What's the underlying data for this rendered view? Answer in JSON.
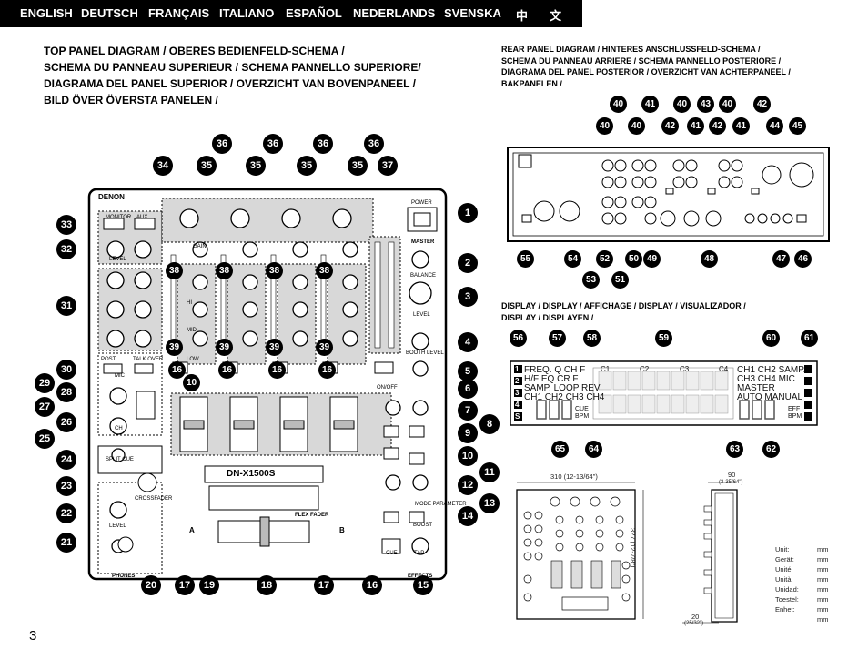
{
  "languages": [
    "ENGLISH",
    "DEUTSCH",
    "FRANÇAIS",
    "ITALIANO",
    "ESPAÑOL",
    "NEDERLANDS",
    "SVENSKA",
    "中",
    "文"
  ],
  "top_heading": [
    "TOP PANEL DIAGRAM / OBERES BEDIENFELD-SCHEMA /",
    "SCHEMA DU PANNEAU SUPERIEUR / SCHEMA PANNELLO SUPERIORE/",
    "DIAGRAMA DEL PANEL SUPERIOR / OVERZICHT VAN BOVENPANEEL /",
    "BILD ÖVER ÖVERSTA PANELEN /"
  ],
  "rear_heading": [
    "REAR PANEL DIAGRAM / HINTERES ANSCHLUSSFELD-SCHEMA /",
    "SCHEMA DU PANNEAU ARRIERE / SCHEMA PANNELLO POSTERIORE /",
    "DIAGRAMA DEL PANEL POSTERIOR / OVERZICHT VAN ACHTERPANEEL /",
    "BAKPANELEN /"
  ],
  "display_heading": [
    "DISPLAY / DISPLAY / AFFICHAGE / DISPLAY / VISUALIZADOR /",
    "DISPLAY / DISPLAYEN /"
  ],
  "page_number": "3",
  "mixer": {
    "brand": "DENON",
    "model": "DN-X1500S",
    "sections": {
      "master": "MASTER",
      "phones": "PHONES",
      "effects": "EFFECTS"
    },
    "labels": {
      "flex_fader": "FLEX FADER",
      "side_a": "A",
      "side_b": "B",
      "power": "POWER",
      "balance": "BALANCE",
      "level": "LEVEL",
      "booth_level": "BOOTH LEVEL",
      "gain": "GAIN",
      "hi": "HI",
      "mid": "MID",
      "low": "LOW",
      "cue": "CUE",
      "tap": "TAP",
      "mode_parameter": "MODE PARAMETER",
      "monitor": "MONITOR",
      "talk_over": "TALK OVER",
      "post": "POST",
      "crossfader": "CROSSFADER",
      "on_off": "ON/OFF",
      "split_cue": "SPLIT CUE",
      "mic": "MIC",
      "ch": "CH",
      "aux": "AUX",
      "boost": "BOOST"
    }
  },
  "top_callouts_left": [
    "33",
    "32",
    "31",
    "30",
    "29",
    "28",
    "27",
    "26",
    "25",
    "24",
    "23",
    "22",
    "21"
  ],
  "top_callouts_right": [
    "1",
    "2",
    "3",
    "4",
    "5",
    "6",
    "7",
    "8",
    "9",
    "10",
    "11",
    "12",
    "13",
    "14"
  ],
  "top_callouts_top": [
    "34",
    "35",
    "36",
    "35",
    "36",
    "35",
    "36",
    "35",
    "36",
    "37"
  ],
  "top_callouts_bottom": [
    "20",
    "17",
    "19",
    "18",
    "17",
    "16",
    "15"
  ],
  "channel_callouts": [
    "38",
    "39",
    "16",
    "38",
    "39",
    "16",
    "38",
    "39",
    "16",
    "38",
    "39",
    "16"
  ],
  "callout_10b": "10",
  "rear_callouts_top1": [
    "40",
    "41",
    "40",
    "43",
    "40",
    "42"
  ],
  "rear_callouts_top2": [
    "40",
    "40",
    "42",
    "41",
    "42",
    "41",
    "44",
    "45"
  ],
  "rear_callouts_bottom1": [
    "55",
    "54",
    "52",
    "50",
    "49",
    "48",
    "47",
    "46"
  ],
  "rear_callouts_bottom2": [
    "53",
    "51"
  ],
  "display_callouts_top": [
    "56",
    "57",
    "58",
    "59",
    "60",
    "61"
  ],
  "display_callouts_bottom": [
    "65",
    "64",
    "63",
    "62"
  ],
  "display_lcd": {
    "left_rows": [
      "FREQ.   Q     CH F",
      "H/F EQ         CR F",
      "SAMP.  LOOP  REV",
      "CH1 CH2 CH3 CH4"
    ],
    "right_rows": [
      "CH1 CH2 SAMP.",
      "CH3 CH4 MIC",
      "MASTER",
      "AUTO MANUAL"
    ],
    "segment_marks": [
      "C1",
      "C2",
      "C3",
      "C4"
    ],
    "side_numbers": [
      "1",
      "2",
      "3",
      "4",
      "S"
    ],
    "small": [
      "CUE",
      "BPM",
      "EFF",
      "BPM"
    ]
  },
  "dimensions": {
    "width": "310 (12-13/64\")",
    "height": "327 (12-7/8\")",
    "depth": "90",
    "depth_in": "(3-35/64\")",
    "foot": "20",
    "foot_in": "(25/32\")"
  },
  "units": [
    {
      "k": "Unit:",
      "v": "mm"
    },
    {
      "k": "Gerät:",
      "v": "mm"
    },
    {
      "k": "Unité:",
      "v": "mm"
    },
    {
      "k": "Unità:",
      "v": "mm"
    },
    {
      "k": "Unidad:",
      "v": "mm"
    },
    {
      "k": "Toestel:",
      "v": "mm"
    },
    {
      "k": "Enhet:",
      "v": "mm"
    },
    {
      "k": "",
      "v": "mm"
    }
  ]
}
